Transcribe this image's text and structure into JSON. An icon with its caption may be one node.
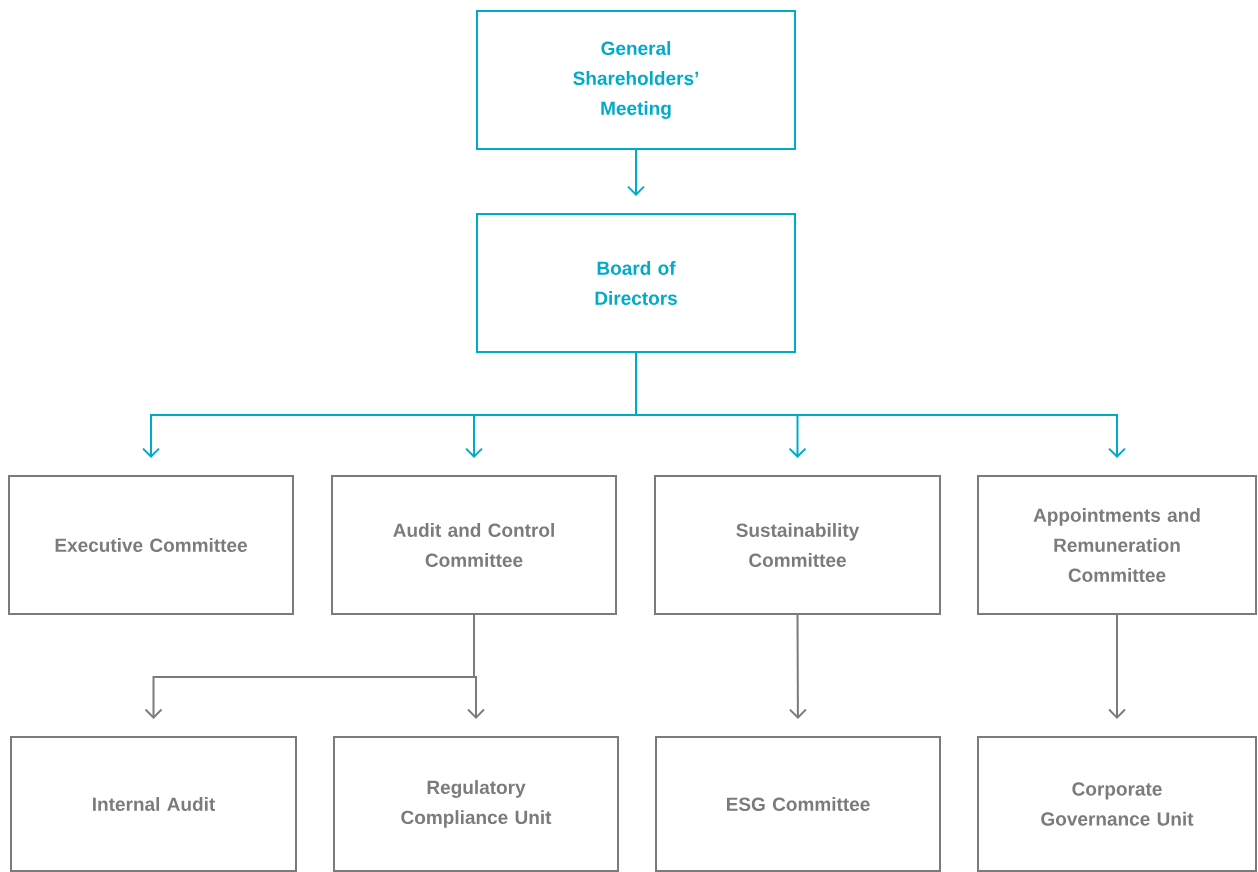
{
  "diagram": {
    "nodes": [
      {
        "text": [
          "General Shareholders’ Meeting"
        ]
      },
      {
        "text": [
          "Board of Directors"
        ]
      },
      {
        "text": [
          "Executive Committee"
        ]
      },
      {
        "text": [
          "Audit and Control Committee"
        ]
      },
      {
        "text": [
          "Sustainability Committee"
        ]
      },
      {
        "text": [
          "Appointments and Remuneration Committee"
        ]
      },
      {
        "text": [
          "Internal Audit"
        ]
      },
      {
        "text": [
          "Regulatory Compliance Unit"
        ]
      },
      {
        "text": [
          "ESG Committee"
        ]
      },
      {
        "text": [
          "Corporate Governance Unit"
        ]
      }
    ],
    "edges": [
      {
        "from": 0,
        "to": 1,
        "arrow": "to"
      },
      {
        "from": 1,
        "to": 2,
        "arrow": "to"
      },
      {
        "from": 1,
        "to": 3,
        "arrow": "to"
      },
      {
        "from": 1,
        "to": 4,
        "arrow": "to"
      },
      {
        "from": 1,
        "to": 5,
        "arrow": "to"
      },
      {
        "from": 3,
        "to": 6,
        "arrow": "to",
        "color": "#7b7b7b"
      },
      {
        "from": 3,
        "to": 7,
        "arrow": "to",
        "color": "#7b7b7b"
      },
      {
        "from": 4,
        "to": 8,
        "arrow": "to",
        "color": "#7b7b7b"
      },
      {
        "from": 5,
        "to": 9,
        "arrow": "to",
        "color": "#7b7b7b"
      }
    ]
  }
}
